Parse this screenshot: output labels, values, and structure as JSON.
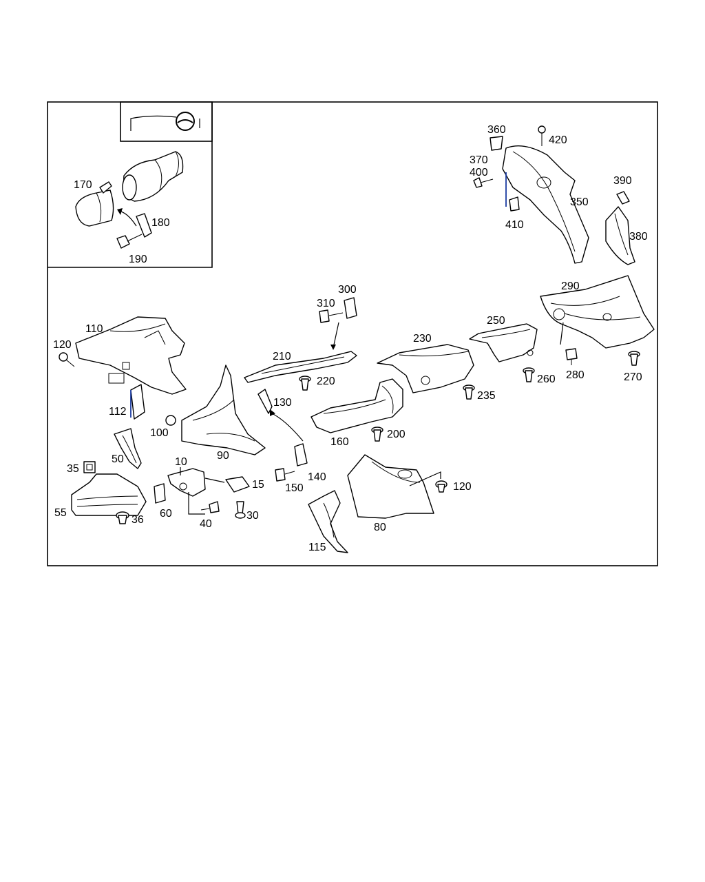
{
  "diagram": {
    "type": "exploded parts diagram",
    "accent_color": "#1a3aa0",
    "inset_icon": "steering-wheel-icon",
    "part_numbers": [
      "10",
      "15",
      "30",
      "35",
      "36",
      "40",
      "50",
      "55",
      "60",
      "80",
      "90",
      "100",
      "110",
      "112",
      "115",
      "120",
      "120",
      "130",
      "140",
      "150",
      "160",
      "170",
      "180",
      "190",
      "200",
      "210",
      "220",
      "230",
      "235",
      "250",
      "260",
      "270",
      "280",
      "290",
      "300",
      "310",
      "350",
      "360",
      "370",
      "380",
      "390",
      "400",
      "410",
      "420"
    ]
  }
}
